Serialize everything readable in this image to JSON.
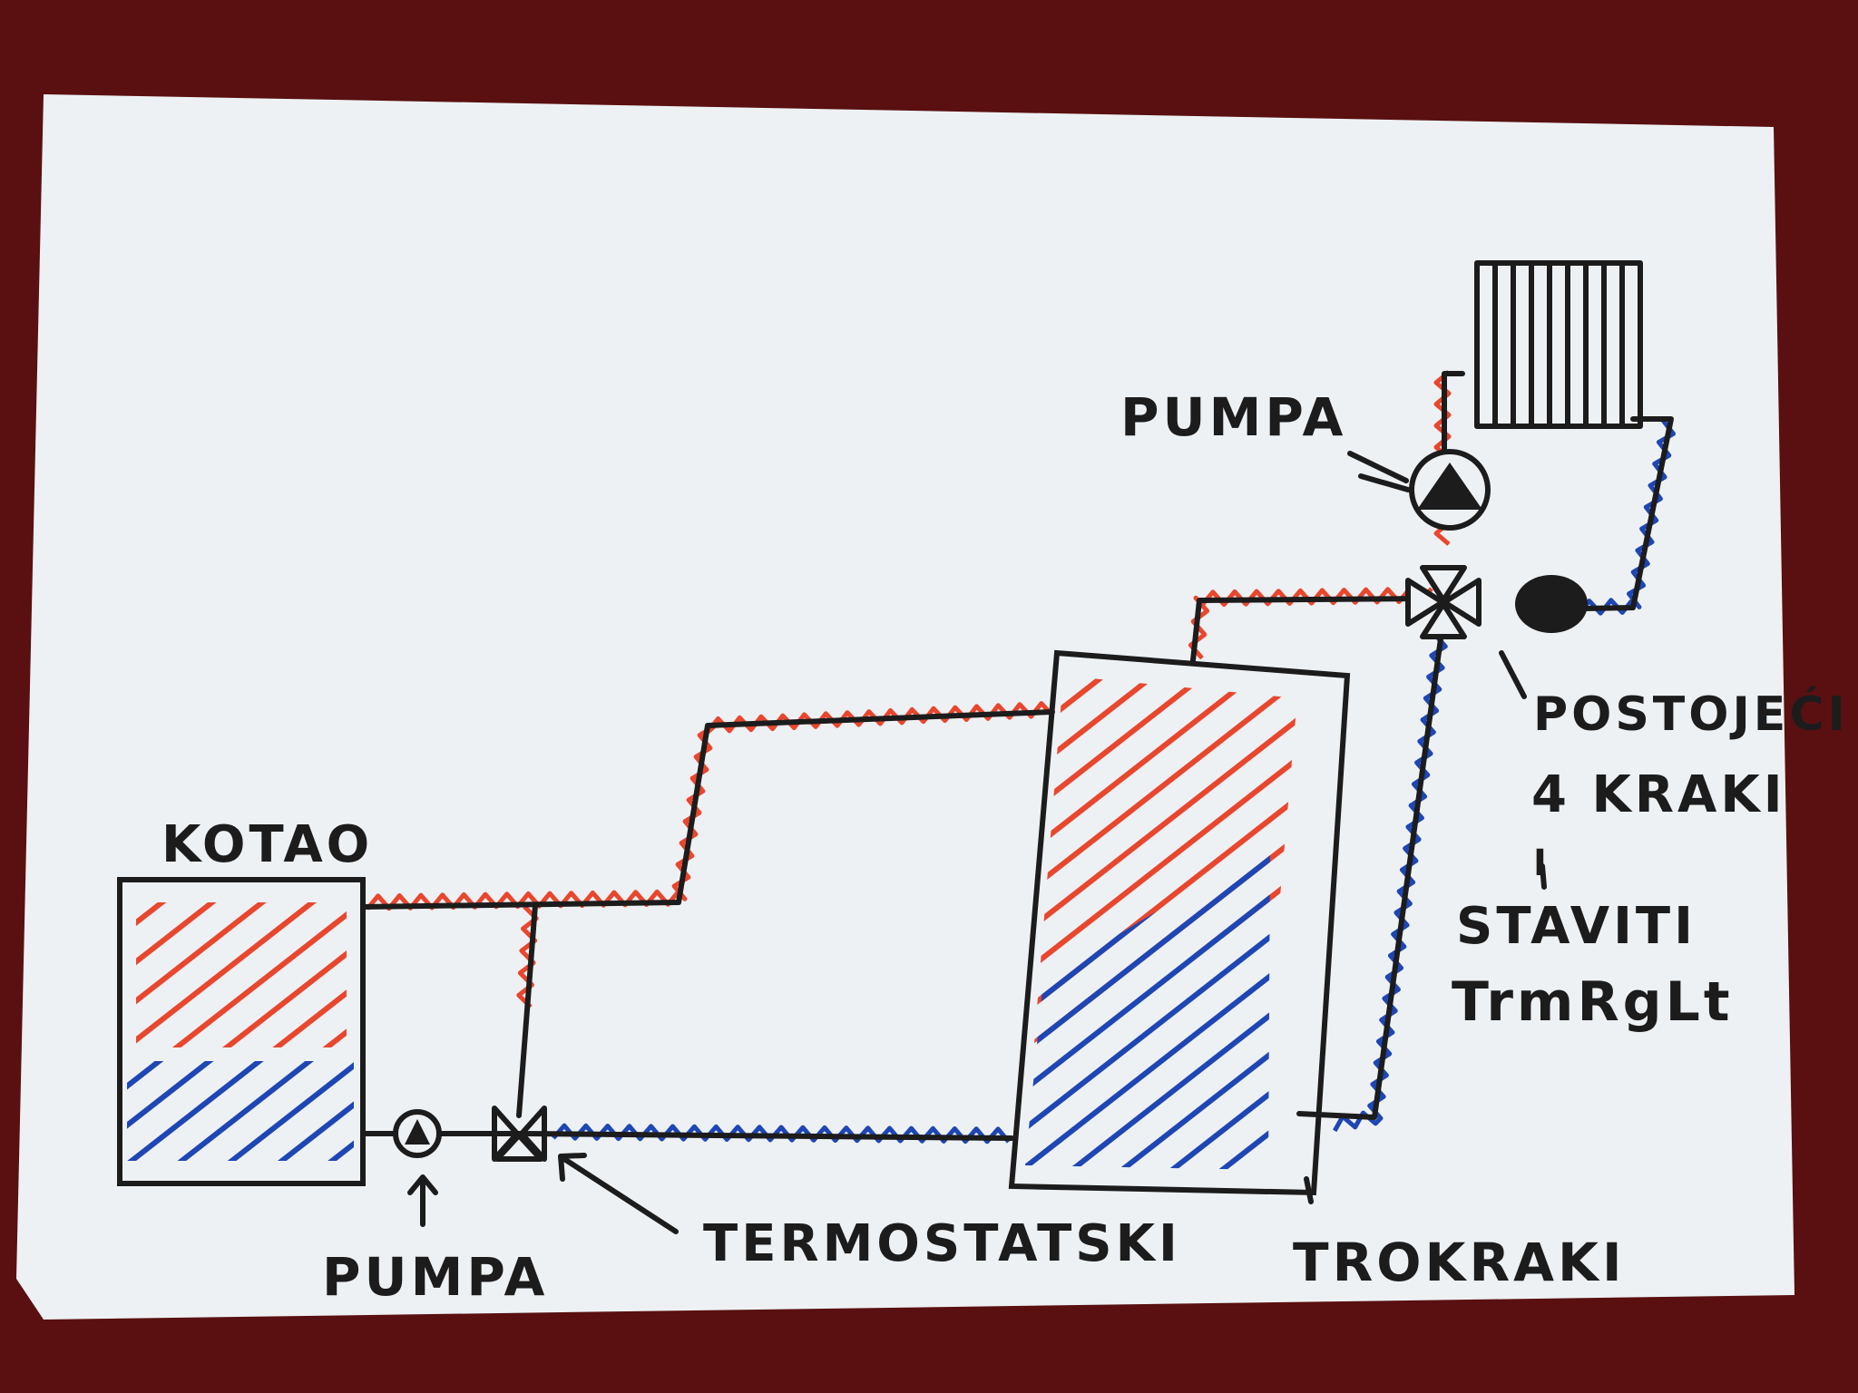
{
  "labels": {
    "boiler": "KOTAO",
    "pump_top": "PUMPA",
    "pump_bottom": "PUMPA",
    "thermostatic_valve": "TERMOSTATSKI",
    "three_way_valve": "TROKRAKI",
    "note_line1": "POSTOJEĆI",
    "note_line2": "4 KRAKI",
    "note_line3": "I",
    "note_line4": "STAVITI",
    "note_line5": "TrmRgLt"
  },
  "colors": {
    "hot": "#e8472e",
    "cold": "#1e46b4",
    "ink": "#1c1c1c",
    "paper": "#eef1f4",
    "background": "#5a1010"
  },
  "icons": {
    "pump": "pump-icon",
    "valve": "valve-icon",
    "radiator": "radiator-icon"
  }
}
